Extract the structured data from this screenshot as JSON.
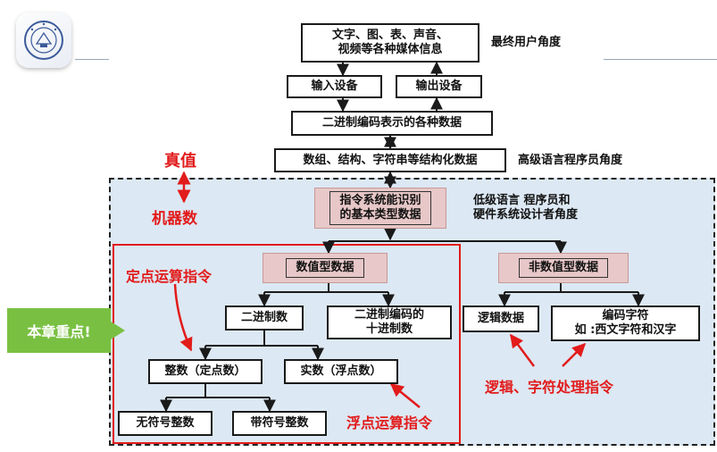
{
  "diagram": {
    "nodes": {
      "media_info": "文字、图、表、声音、\n视频等各种媒体信息",
      "input_device": "输入设备",
      "output_device": "输出设备",
      "binary_data": "二进制编码表示的各种数据",
      "structured_data": "数组、结构、字符串等结构化数据",
      "basic_types": "指令系统能识别\n的基本类型数据",
      "numeric_data": "数值型数据",
      "non_numeric_data": "非数值型数据",
      "binary_number": "二进制数",
      "bcd": "二进制编码的\n十进制数",
      "logic_data": "逻辑数据",
      "char_encoding": "编码字符\n如 :西文字符和汉字",
      "integer": "整数（定点数）",
      "real": "实数（浮点数）",
      "unsigned_int": "无符号整数",
      "signed_int": "带符号整数"
    },
    "notes": {
      "end_user": "最终用户角度",
      "high_level_programmer": "高级语言程序员角度",
      "low_level_programmer": "低级语言 程序员和\n硬件系统设计者角度"
    },
    "red_labels": {
      "true_value": "真值",
      "machine_number": "机器数",
      "fixed_point_ops": "定点运算指令",
      "float_ops": "浮点运算指令",
      "logic_char_ops": "逻辑、字符处理指令"
    },
    "callout": "本章重点!",
    "colors": {
      "red": "#e21b1b",
      "blue_region": "#dce8f3",
      "pink_box": "#e8c8c8",
      "callout_green": "#79c042"
    },
    "logo_icon": "university-seal-icon"
  }
}
